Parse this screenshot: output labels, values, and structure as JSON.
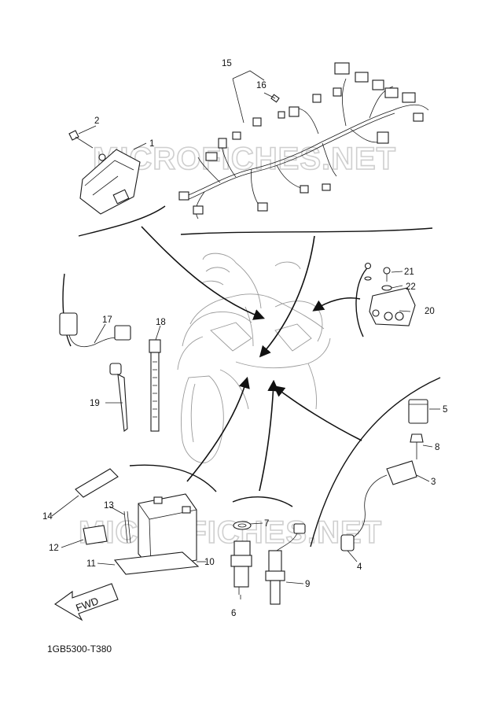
{
  "watermark": {
    "top_text": "MICROFICHES.NET",
    "bottom_text": "MICROFICHES.NET"
  },
  "diagram_code": "1GB5300-T380",
  "fwd_label": "FWD",
  "callouts": {
    "c1": "1",
    "c2": "2",
    "c3": "3",
    "c4": "4",
    "c5": "5",
    "c6": "6",
    "c7": "7",
    "c8": "8",
    "c9": "9",
    "c10": "10",
    "c11": "11",
    "c12": "12",
    "c13": "13",
    "c14": "14",
    "c15": "15",
    "c16": "16",
    "c17": "17",
    "c18": "18",
    "c19": "19",
    "c20": "20",
    "c21": "21",
    "c22": "22"
  }
}
